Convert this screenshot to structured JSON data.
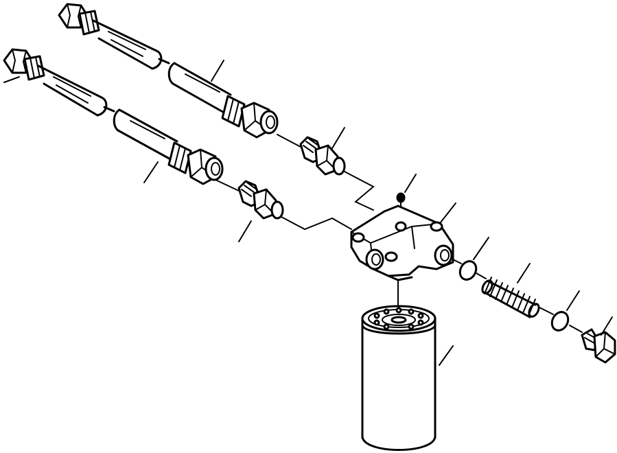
{
  "diagram": {
    "background": "#ffffff",
    "stroke": "#000000",
    "parts": [
      "hose-upper",
      "hose-lower",
      "elbow-fitting-upper",
      "elbow-fitting-lower",
      "plug",
      "filter-head",
      "o-ring-1",
      "spring",
      "o-ring-2",
      "relief-plug",
      "filter-cartridge"
    ]
  }
}
